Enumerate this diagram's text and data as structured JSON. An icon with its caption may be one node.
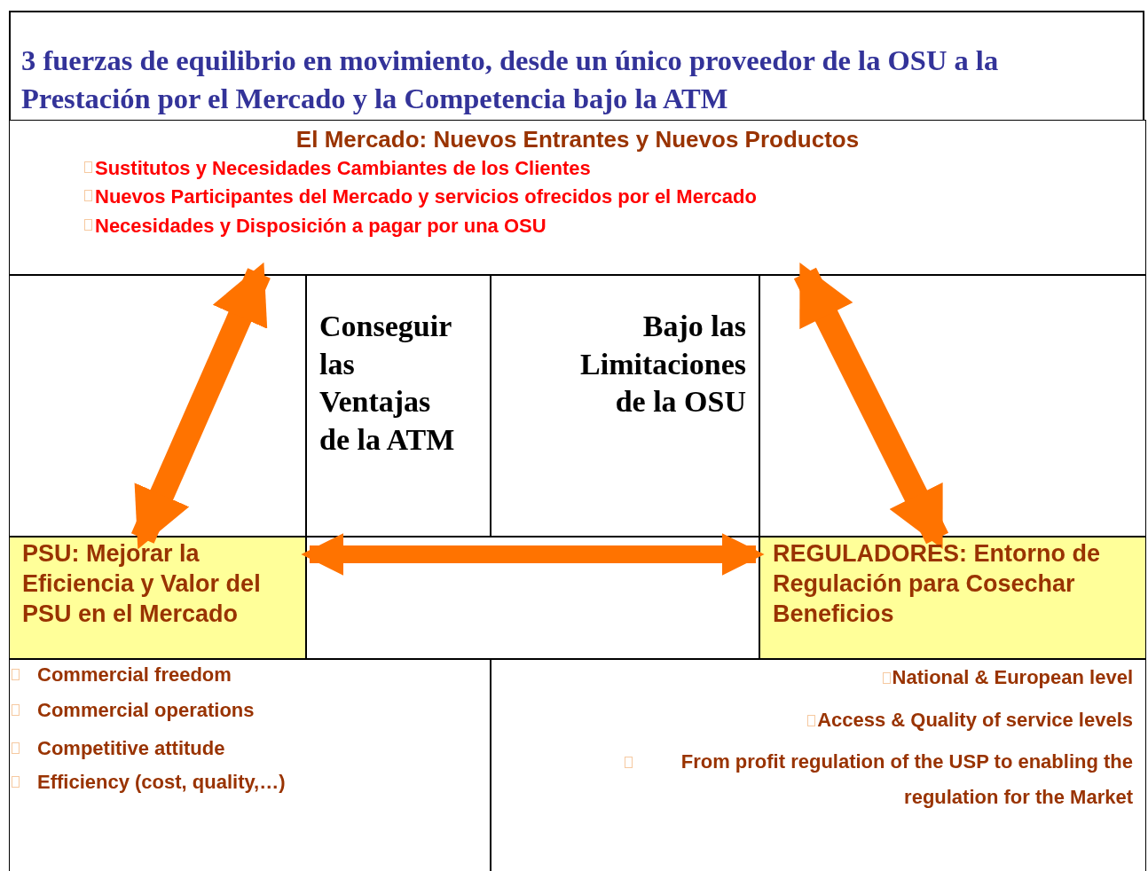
{
  "diagram": {
    "title": "3 fuerzas de equilibrio en movimiento, desde un único proveedor de la OSU a la Prestación por el Mercado y la Competencia bajo la ATM",
    "nodes": [
      {
        "text": [
          "El Mercado: Nuevos Entrantes y Nuevos Productos",
          "Sustitutos y Necesidades Cambiantes de los Clientes",
          "Nuevos Participantes del Mercado y servicios ofrecidos por el Mercado",
          "Necesidades y Disposición a pagar por una OSU"
        ]
      },
      {
        "text": [
          "PSU: Mejorar la Eficiencia y Valor del PSU en el Mercado"
        ]
      },
      {
        "text": [
          "REGULADORES: Entorno de Regulación para Cosechar Beneficios"
        ]
      },
      {
        "text": [
          "Conseguir las Ventajas de la ATM"
        ]
      },
      {
        "text": [
          "Bajo las Limitaciones de la OSU"
        ]
      },
      {
        "text": [
          "Commercial freedom",
          "Commercial operations",
          "Competitive attitude",
          "Efficiency (cost, quality,…)"
        ]
      },
      {
        "text": [
          "National & European level",
          "Access & Quality of service levels",
          "From profit regulation of the USP to enabling the regulation for the Market"
        ]
      }
    ],
    "edges": [
      {
        "from": 1,
        "to": 0,
        "arrow": "both"
      },
      {
        "from": 2,
        "to": 0,
        "arrow": "both"
      },
      {
        "from": 1,
        "to": 2,
        "arrow": "both"
      }
    ]
  }
}
